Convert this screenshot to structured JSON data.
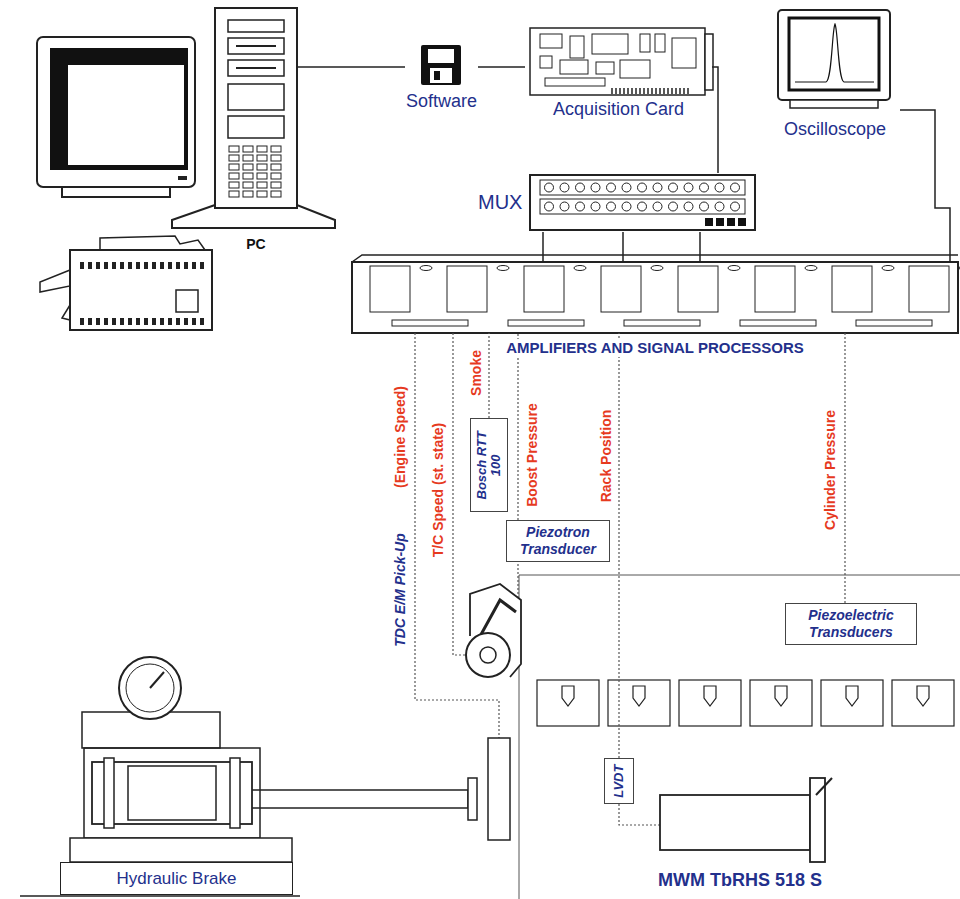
{
  "diagram": {
    "nodes": [
      {
        "text": [
          "PC"
        ]
      },
      {
        "text": [
          "Software"
        ]
      },
      {
        "text": [
          "Acquisition Card"
        ]
      },
      {
        "text": [
          "Oscilloscope"
        ]
      },
      {
        "text": [
          "MUX"
        ]
      },
      {
        "text": [
          "AMPLIFIERS AND SIGNAL PROCESSORS"
        ]
      },
      {
        "text": [
          "Bosch RTT 100"
        ]
      },
      {
        "text": [
          "Piezotron Transducer"
        ]
      },
      {
        "text": [
          "Piezoelectric Transducers"
        ]
      },
      {
        "text": [
          "LVDT"
        ]
      },
      {
        "text": [
          "Hydraulic Brake"
        ]
      }
    ],
    "edges": [
      {
        "from": 0,
        "to": 1,
        "arrow": "none"
      },
      {
        "from": 1,
        "to": 2,
        "arrow": "none"
      },
      {
        "from": 2,
        "to": 4,
        "arrow": "none"
      },
      {
        "from": 4,
        "to": 5,
        "arrow": "none"
      },
      {
        "from": 4,
        "to": 5,
        "arrow": "none"
      },
      {
        "from": 4,
        "to": 5,
        "arrow": "none"
      },
      {
        "from": 3,
        "to": 5,
        "arrow": "none"
      },
      {
        "from": 6,
        "to": 5,
        "label": "Smoke",
        "arrow": "none"
      },
      {
        "from": 7,
        "to": 5,
        "label": "Boost Pressure",
        "arrow": "none"
      },
      {
        "from": 9,
        "to": 5,
        "label": "Rack Position",
        "arrow": "none"
      },
      {
        "from": 8,
        "to": 5,
        "label": "Cylinder Pressure",
        "arrow": "none"
      }
    ],
    "labels": [
      "TDC E/M Pick-Up",
      "(Engine Speed)",
      "T/C Speed (st. state)",
      "MWM TbRHS 518 S"
    ]
  }
}
